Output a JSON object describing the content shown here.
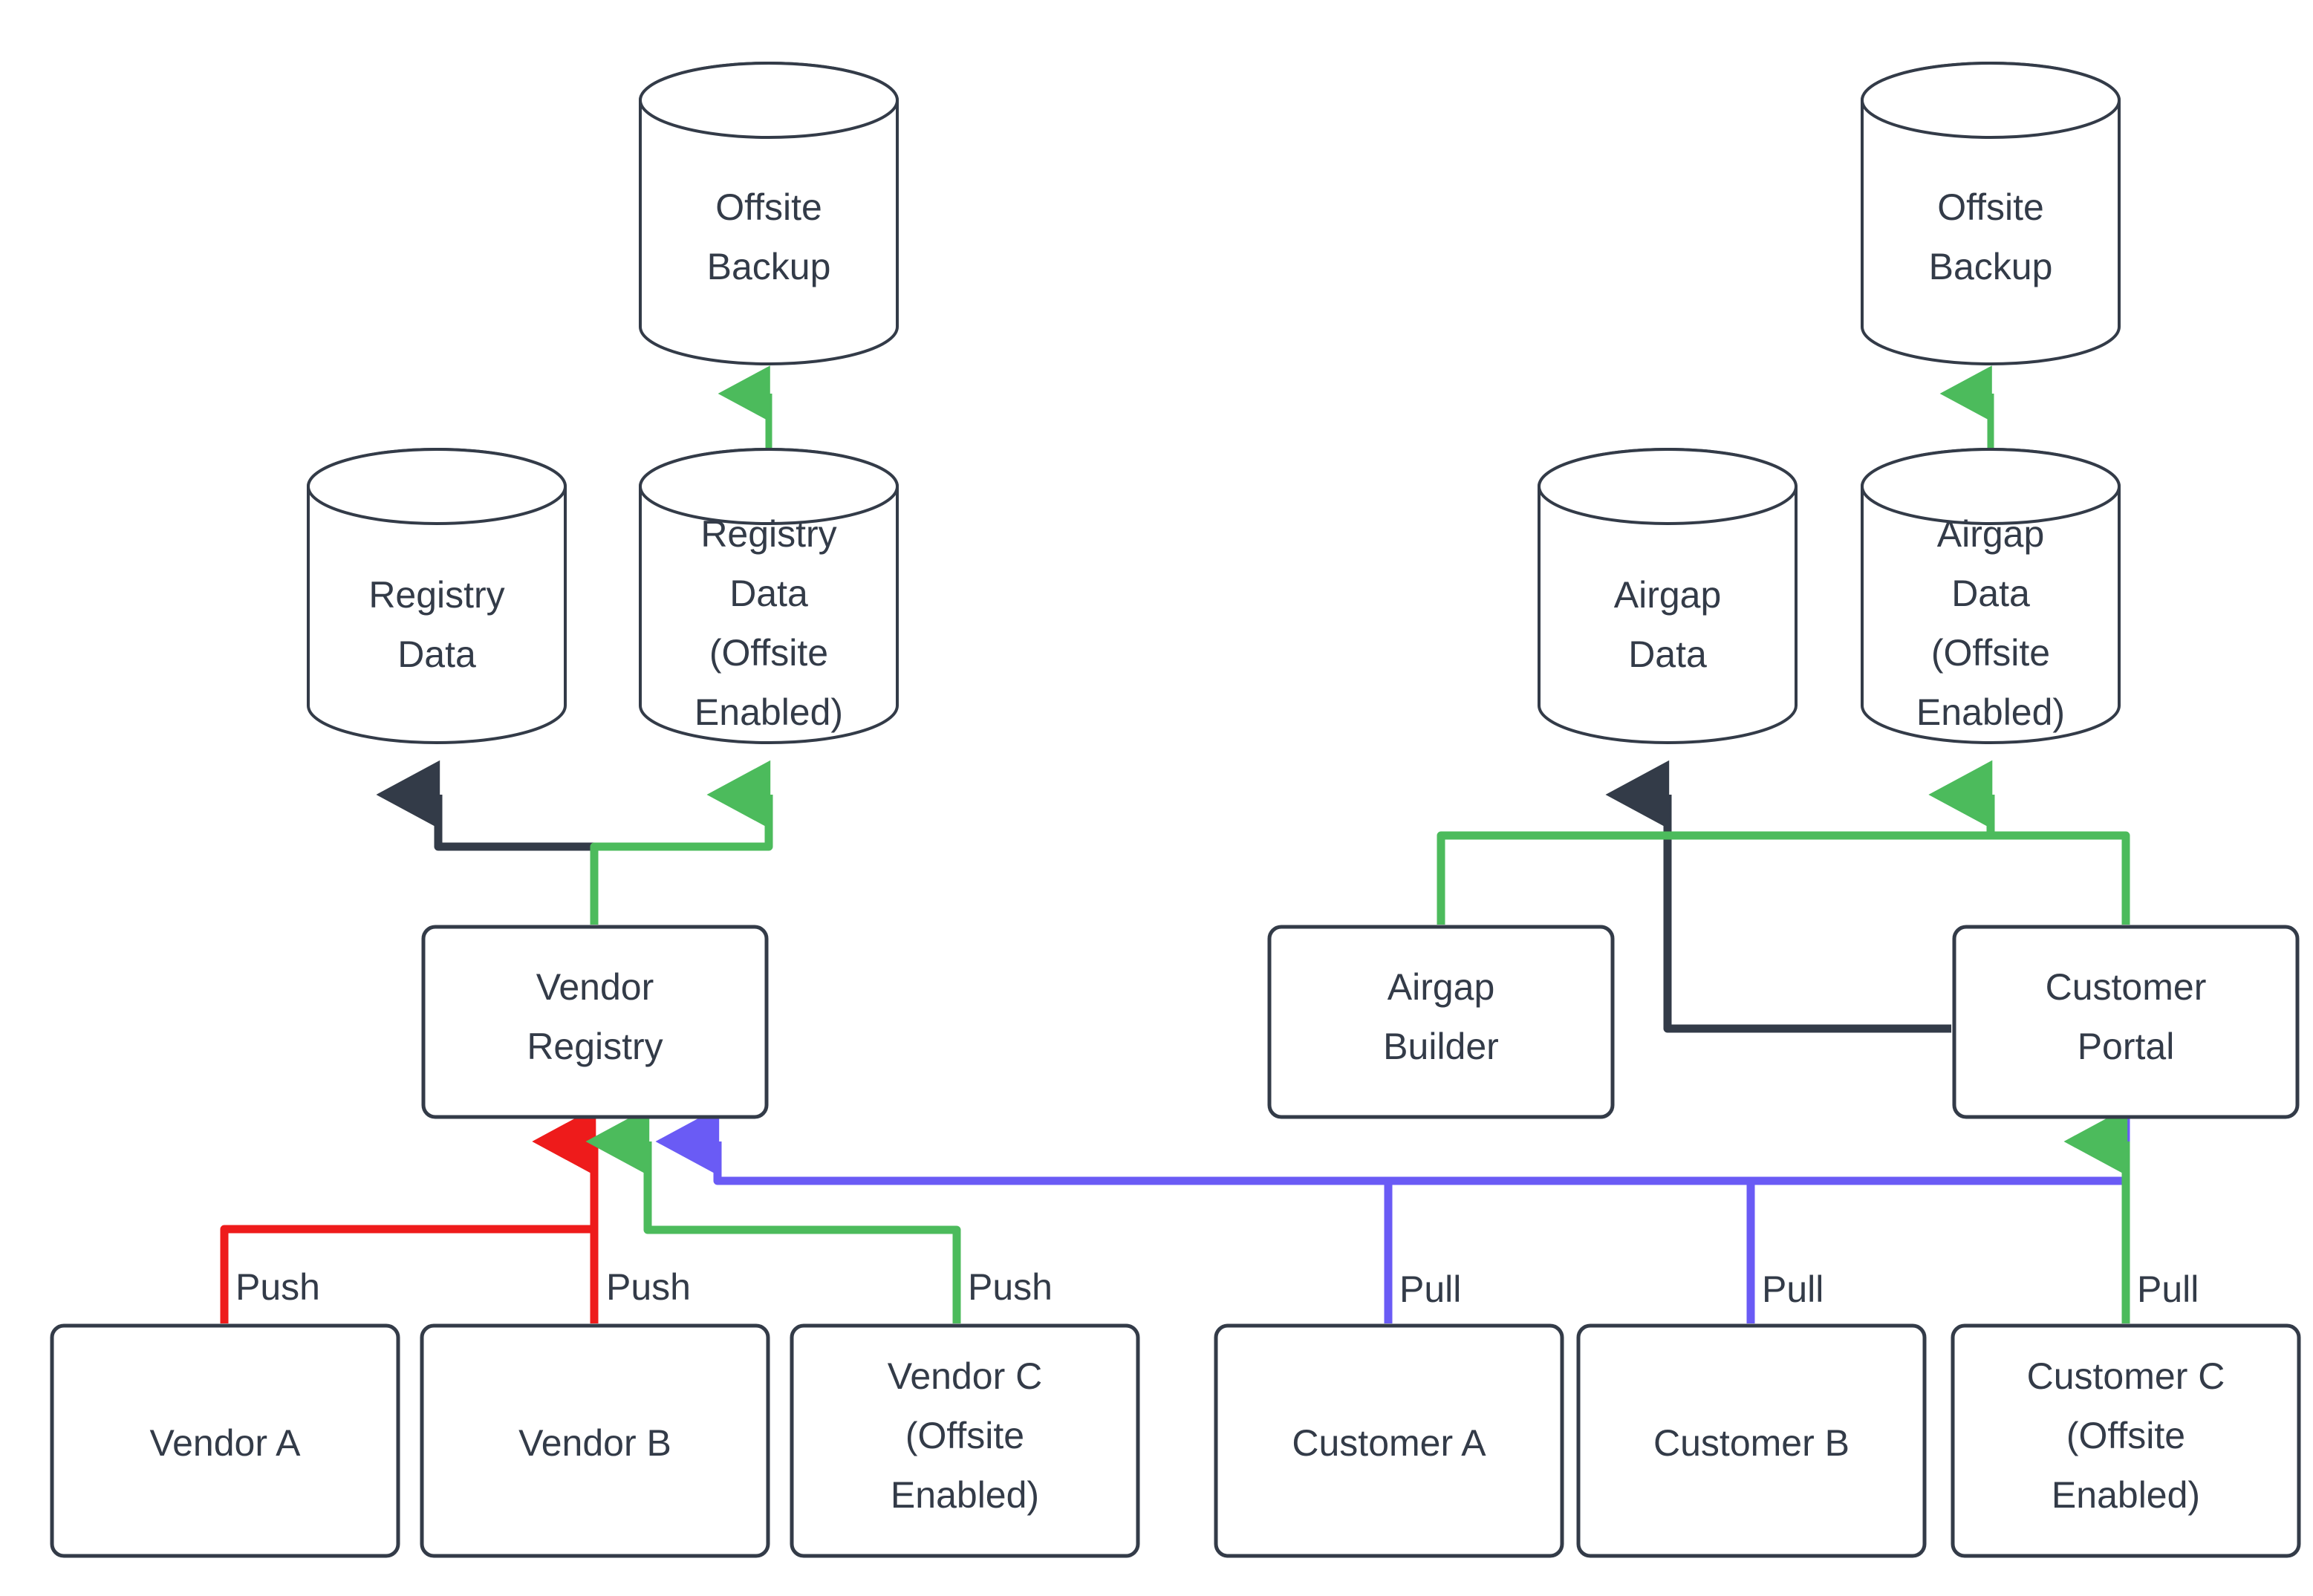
{
  "diagram": {
    "type": "flowchart",
    "title": "Vendor and Customer Registry Data Flow",
    "colors": {
      "node_stroke": "#333b48",
      "node_fill": "#ffffff",
      "text": "#333b48",
      "green": "#4cbb5c",
      "dark": "#333b48",
      "red": "#ee1b1b",
      "purple": "#6a5bf5",
      "background": "#ffffff"
    },
    "nodes": {
      "offsite_backup_left": {
        "label_line1": "Offsite",
        "label_line2": "Backup",
        "shape": "cylinder"
      },
      "registry_data": {
        "label_line1": "Registry",
        "label_line2": "Data",
        "shape": "cylinder"
      },
      "registry_data_offsite": {
        "label_line1": "Registry",
        "label_line2": "Data",
        "label_line3": "(Offsite",
        "label_line4": "Enabled)",
        "shape": "cylinder"
      },
      "vendor_registry": {
        "label_line1": "Vendor",
        "label_line2": "Registry",
        "shape": "box"
      },
      "vendor_a": {
        "label_line1": "Vendor A",
        "shape": "box"
      },
      "vendor_b": {
        "label_line1": "Vendor B",
        "shape": "box"
      },
      "vendor_c": {
        "label_line1": "Vendor C",
        "label_line2": "(Offsite",
        "label_line3": "Enabled)",
        "shape": "box"
      },
      "offsite_backup_right": {
        "label_line1": "Offsite",
        "label_line2": "Backup",
        "shape": "cylinder"
      },
      "airgap_data": {
        "label_line1": "Airgap",
        "label_line2": "Data",
        "shape": "cylinder"
      },
      "airgap_data_offsite": {
        "label_line1": "Airgap",
        "label_line2": "Data",
        "label_line3": "(Offsite",
        "label_line4": "Enabled)",
        "shape": "cylinder"
      },
      "airgap_builder": {
        "label_line1": "Airgap",
        "label_line2": "Builder",
        "shape": "box"
      },
      "customer_portal": {
        "label_line1": "Customer",
        "label_line2": "Portal",
        "shape": "box"
      },
      "customer_a": {
        "label_line1": "Customer A",
        "shape": "box"
      },
      "customer_b": {
        "label_line1": "Customer B",
        "shape": "box"
      },
      "customer_c": {
        "label_line1": "Customer C",
        "label_line2": "(Offsite",
        "label_line3": "Enabled)",
        "shape": "box"
      }
    },
    "edge_labels": {
      "vendor_a_push": "Push",
      "vendor_b_push": "Push",
      "vendor_c_push": "Push",
      "customer_a_pull": "Pull",
      "customer_b_pull": "Pull",
      "customer_c_pull": "Pull"
    },
    "edges": [
      {
        "from": "registry_data_offsite",
        "to": "offsite_backup_left",
        "color": "green",
        "label": ""
      },
      {
        "from": "vendor_registry",
        "to": "registry_data",
        "color": "dark",
        "label": ""
      },
      {
        "from": "vendor_registry",
        "to": "registry_data_offsite",
        "color": "green",
        "label": ""
      },
      {
        "from": "vendor_a",
        "to": "vendor_registry",
        "color": "red",
        "label": "Push"
      },
      {
        "from": "vendor_b",
        "to": "vendor_registry",
        "color": "green",
        "label": "Push"
      },
      {
        "from": "vendor_c",
        "to": "vendor_registry",
        "color": "green",
        "label": "Push"
      },
      {
        "from": "customer_portal",
        "to": "vendor_registry",
        "color": "purple",
        "label": ""
      },
      {
        "from": "airgap_data_offsite",
        "to": "offsite_backup_right",
        "color": "green",
        "label": ""
      },
      {
        "from": "customer_portal",
        "to": "airgap_data",
        "color": "dark",
        "label": ""
      },
      {
        "from": "airgap_builder",
        "to": "airgap_data_offsite",
        "color": "green",
        "label": ""
      },
      {
        "from": "customer_portal",
        "to": "airgap_data_offsite",
        "color": "green",
        "label": ""
      },
      {
        "from": "customer_a",
        "to": "customer_portal",
        "color": "purple",
        "label": "Pull"
      },
      {
        "from": "customer_b",
        "to": "customer_portal",
        "color": "purple",
        "label": "Pull"
      },
      {
        "from": "customer_c",
        "to": "customer_portal",
        "color": "green",
        "label": "Pull"
      }
    ]
  }
}
